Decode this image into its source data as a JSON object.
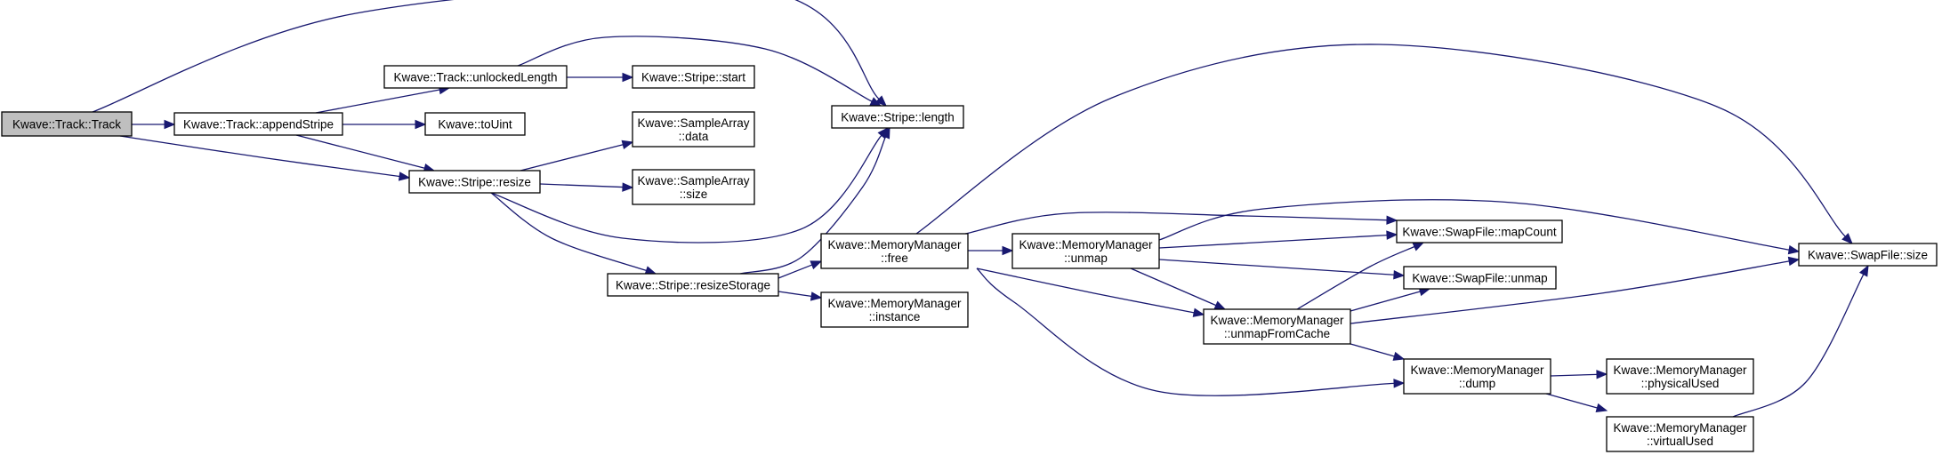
{
  "graph": {
    "nodes": [
      {
        "id": "track_ctor",
        "lines": [
          "Kwave::Track::Track"
        ],
        "root": true
      },
      {
        "id": "append_stripe",
        "lines": [
          "Kwave::Track::appendStripe"
        ]
      },
      {
        "id": "unlocked_length",
        "lines": [
          "Kwave::Track::unlockedLength"
        ]
      },
      {
        "id": "to_uint",
        "lines": [
          "Kwave::toUint"
        ]
      },
      {
        "id": "stripe_resize",
        "lines": [
          "Kwave::Stripe::resize"
        ]
      },
      {
        "id": "stripe_start",
        "lines": [
          "Kwave::Stripe::start"
        ]
      },
      {
        "id": "sample_array_data",
        "lines": [
          "Kwave::SampleArray",
          "::data"
        ]
      },
      {
        "id": "sample_array_size",
        "lines": [
          "Kwave::SampleArray",
          "::size"
        ]
      },
      {
        "id": "stripe_length",
        "lines": [
          "Kwave::Stripe::length"
        ]
      },
      {
        "id": "resize_storage",
        "lines": [
          "Kwave::Stripe::resizeStorage"
        ]
      },
      {
        "id": "mm_free",
        "lines": [
          "Kwave::MemoryManager",
          "::free"
        ]
      },
      {
        "id": "mm_instance",
        "lines": [
          "Kwave::MemoryManager",
          "::instance"
        ]
      },
      {
        "id": "mm_unmap",
        "lines": [
          "Kwave::MemoryManager",
          "::unmap"
        ]
      },
      {
        "id": "mm_unmap_from_cache",
        "lines": [
          "Kwave::MemoryManager",
          "::unmapFromCache"
        ]
      },
      {
        "id": "swap_map_count",
        "lines": [
          "Kwave::SwapFile::mapCount"
        ]
      },
      {
        "id": "swap_unmap",
        "lines": [
          "Kwave::SwapFile::unmap"
        ]
      },
      {
        "id": "mm_dump",
        "lines": [
          "Kwave::MemoryManager",
          "::dump"
        ]
      },
      {
        "id": "mm_physical_used",
        "lines": [
          "Kwave::MemoryManager",
          "::physicalUsed"
        ]
      },
      {
        "id": "mm_virtual_used",
        "lines": [
          "Kwave::MemoryManager",
          "::virtualUsed"
        ]
      },
      {
        "id": "swap_size",
        "lines": [
          "Kwave::SwapFile::size"
        ]
      }
    ],
    "edges": [
      {
        "from": "track_ctor",
        "to": "append_stripe"
      },
      {
        "from": "track_ctor",
        "to": "stripe_length"
      },
      {
        "from": "track_ctor",
        "to": "stripe_resize"
      },
      {
        "from": "append_stripe",
        "to": "unlocked_length"
      },
      {
        "from": "append_stripe",
        "to": "to_uint"
      },
      {
        "from": "append_stripe",
        "to": "stripe_resize"
      },
      {
        "from": "unlocked_length",
        "to": "stripe_start"
      },
      {
        "from": "unlocked_length",
        "to": "stripe_length"
      },
      {
        "from": "stripe_resize",
        "to": "sample_array_data"
      },
      {
        "from": "stripe_resize",
        "to": "sample_array_size"
      },
      {
        "from": "stripe_resize",
        "to": "stripe_length"
      },
      {
        "from": "stripe_resize",
        "to": "resize_storage"
      },
      {
        "from": "resize_storage",
        "to": "stripe_length"
      },
      {
        "from": "resize_storage",
        "to": "mm_free"
      },
      {
        "from": "resize_storage",
        "to": "mm_instance"
      },
      {
        "from": "mm_free",
        "to": "swap_size"
      },
      {
        "from": "mm_free",
        "to": "swap_map_count"
      },
      {
        "from": "mm_free",
        "to": "mm_unmap"
      },
      {
        "from": "mm_free",
        "to": "mm_unmap_from_cache"
      },
      {
        "from": "mm_free",
        "to": "mm_dump"
      },
      {
        "from": "mm_unmap",
        "to": "swap_size"
      },
      {
        "from": "mm_unmap",
        "to": "swap_map_count"
      },
      {
        "from": "mm_unmap",
        "to": "swap_unmap"
      },
      {
        "from": "mm_unmap",
        "to": "mm_unmap_from_cache"
      },
      {
        "from": "mm_unmap_from_cache",
        "to": "swap_map_count"
      },
      {
        "from": "mm_unmap_from_cache",
        "to": "swap_unmap"
      },
      {
        "from": "mm_unmap_from_cache",
        "to": "swap_size"
      },
      {
        "from": "mm_unmap_from_cache",
        "to": "mm_dump"
      },
      {
        "from": "mm_dump",
        "to": "mm_physical_used"
      },
      {
        "from": "mm_dump",
        "to": "mm_virtual_used"
      },
      {
        "from": "mm_virtual_used",
        "to": "swap_size"
      }
    ]
  },
  "colors": {
    "edge": "#191970",
    "node_border": "#000000",
    "root_fill": "#bfbfbf",
    "node_fill": "#ffffff"
  }
}
